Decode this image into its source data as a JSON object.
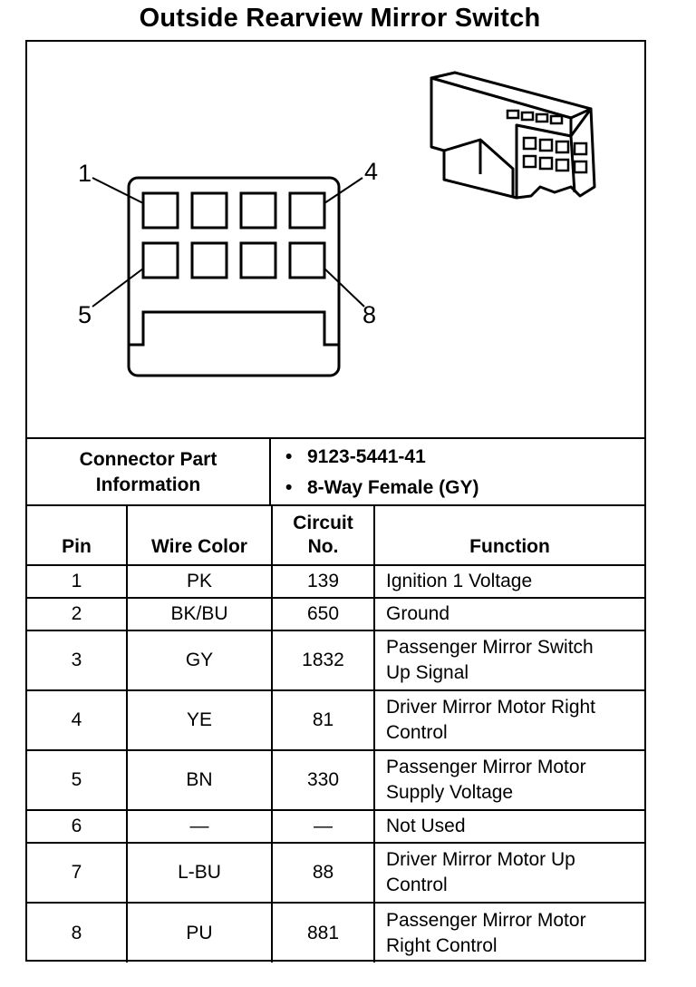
{
  "title": "Outside Rearview Mirror Switch",
  "diagram": {
    "pin_callouts": [
      "1",
      "4",
      "5",
      "8"
    ]
  },
  "connector_info": {
    "label_line1": "Connector Part",
    "label_line2": "Information",
    "items": [
      "9123-5441-41",
      "8-Way Female (GY)"
    ]
  },
  "table": {
    "headers": {
      "pin": "Pin",
      "wire_color": "Wire Color",
      "circuit_line1": "Circuit",
      "circuit_line2": "No.",
      "function": "Function"
    },
    "rows": [
      {
        "pin": "1",
        "wire": "PK",
        "circuit": "139",
        "fn1": "Ignition 1 Voltage",
        "fn2": ""
      },
      {
        "pin": "2",
        "wire": "BK/BU",
        "circuit": "650",
        "fn1": "Ground",
        "fn2": ""
      },
      {
        "pin": "3",
        "wire": "GY",
        "circuit": "1832",
        "fn1": "Passenger Mirror Switch",
        "fn2": "Up Signal"
      },
      {
        "pin": "4",
        "wire": "YE",
        "circuit": "81",
        "fn1": "Driver Mirror Motor Right",
        "fn2": "Control"
      },
      {
        "pin": "5",
        "wire": "BN",
        "circuit": "330",
        "fn1": "Passenger Mirror Motor",
        "fn2": "Supply Voltage"
      },
      {
        "pin": "6",
        "wire": "—",
        "circuit": "—",
        "fn1": "Not Used",
        "fn2": ""
      },
      {
        "pin": "7",
        "wire": "L-BU",
        "circuit": "88",
        "fn1": "Driver Mirror Motor Up",
        "fn2": "Control"
      },
      {
        "pin": "8",
        "wire": "PU",
        "circuit": "881",
        "fn1": "Passenger Mirror Motor",
        "fn2": "Right Control"
      }
    ]
  }
}
